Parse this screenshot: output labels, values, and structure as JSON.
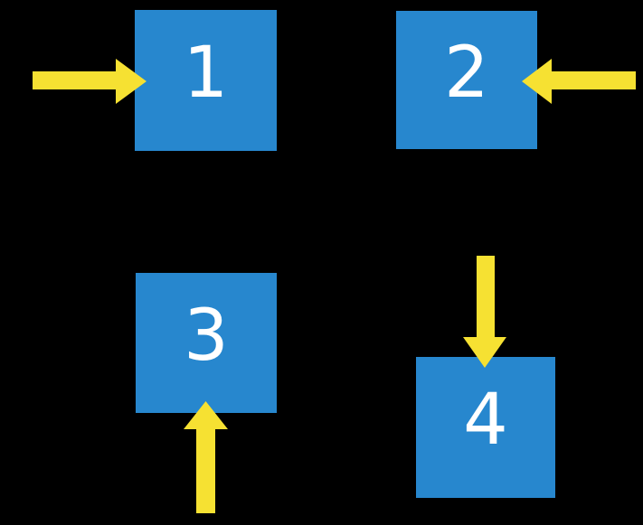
{
  "colors": {
    "background": "#000000",
    "square": "#2787CE",
    "arrow": "#F6E132",
    "number": "#FFFFFF"
  },
  "squares": [
    {
      "label": "1",
      "arrow_direction": "right"
    },
    {
      "label": "2",
      "arrow_direction": "left"
    },
    {
      "label": "3",
      "arrow_direction": "up"
    },
    {
      "label": "4",
      "arrow_direction": "down"
    }
  ]
}
